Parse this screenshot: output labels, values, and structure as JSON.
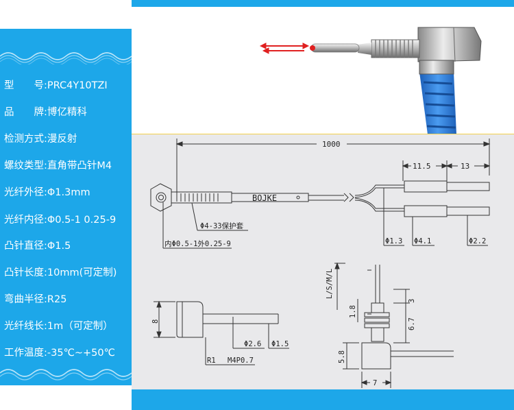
{
  "specs": [
    {
      "label": "型　　号:",
      "value": "PRC4Y10TZI"
    },
    {
      "label": "品　　牌:",
      "value": "博亿精科"
    },
    {
      "label": "检测方式:",
      "value": "漫反射"
    },
    {
      "label": "螺纹类型:",
      "value": "直角带凸针M4"
    },
    {
      "label": "光纤外径:",
      "value": "Φ1.3mm"
    },
    {
      "label": "光纤内径:",
      "value": "Φ0.5-1 0.25-9"
    },
    {
      "label": "凸针直径:",
      "value": "Φ1.5"
    },
    {
      "label": "凸针长度:",
      "value": "10mm(可定制)"
    },
    {
      "label": "弯曲半径:",
      "value": "R25"
    },
    {
      "label": "光纤线长:",
      "value": "1m（可定制）"
    },
    {
      "label": "工作温度:",
      "value": "-35℃~+50℃"
    }
  ],
  "drawing": {
    "total_length": "1000",
    "dim_11_5": "11.5",
    "dim_13": "13",
    "brand_mark": "BOJKE",
    "sleeve_label": "Φ4-33保护套",
    "inner_label": "内Φ0.5-1外0.25-9",
    "d13": "Φ1.3",
    "d41": "Φ4.1",
    "d22": "Φ2.2",
    "lsml": "L/S/M/L",
    "d3": "3",
    "d18": "1.8",
    "d67": "6.7",
    "d58": "5.8",
    "d7": "7",
    "d8": "8",
    "r1": "R1",
    "m4": "M4P0.7",
    "d26": "Φ2.6",
    "d15": "Φ1.5"
  },
  "colors": {
    "panel_blue": "#1da7e9",
    "sleeve_blue": "#2f7fd6",
    "arrow_red": "#e02020"
  }
}
